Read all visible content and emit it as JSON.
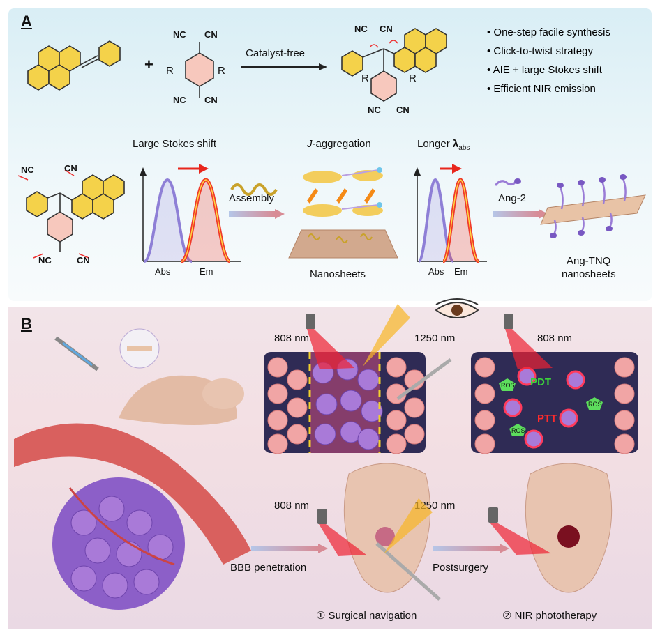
{
  "panel_a": {
    "letter": "A",
    "catalyst_label": "Catalyst-free",
    "plus_sign": "+",
    "reagent_groups": {
      "cn": "CN",
      "nc": "NC",
      "r": "R"
    },
    "bullets": [
      "One-step facile synthesis",
      "Click-to-twist strategy",
      "AIE + large Stokes shift",
      "Efficient NIR emission"
    ],
    "stokes": {
      "title": "Large Stokes shift",
      "abs_label": "Abs",
      "em_label": "Em"
    },
    "assembly_label": "Assembly",
    "j_aggregation": {
      "prefix": "J",
      "suffix": "-aggregation"
    },
    "nanosheets_label": "Nanosheets",
    "longer_abs": {
      "text": "Longer ",
      "symbol": "λ",
      "subscript": "abs"
    },
    "plot2": {
      "abs_label": "Abs",
      "em_label": "Em"
    },
    "ang2_label": "Ang-2",
    "ang_tnq": {
      "line1": "Ang-TNQ",
      "line2": "nanosheets"
    },
    "colors": {
      "absorption": "#8e7fd6",
      "emission": "#f03a2a",
      "arrow_red": "#e8261c"
    }
  },
  "panel_b": {
    "letter": "B",
    "laser_top_left": "808 nm",
    "detect_top": "1250 nm",
    "laser_top_right": "808 nm",
    "laser_mid_left": "808 nm",
    "detect_mid": "1250 nm",
    "pdt_label": "PDT",
    "ptt_label": "PTT",
    "ros_label": "ROS",
    "bbb_label": "BBB penetration",
    "postsurgery_label": "Postsurgery",
    "caption_1": "① Surgical navigation",
    "caption_2": "② NIR phototherapy",
    "colors": {
      "tumor": "#8c5fc8",
      "cell": "#f1a5a5",
      "vessel": "#d9605e"
    }
  }
}
